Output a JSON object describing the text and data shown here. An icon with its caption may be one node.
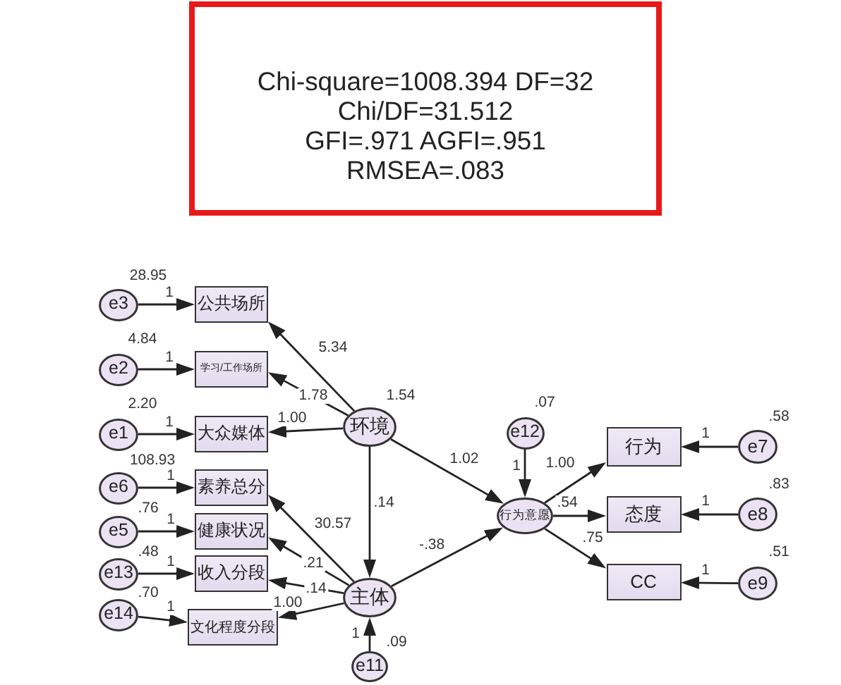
{
  "diagram": {
    "nodes": [
      {
        "text": [
          "Chi-square=1008.394 DF=32",
          "Chi/DF=31.512",
          "GFI=.971 AGFI=.951",
          "RMSEA=.083"
        ]
      },
      {
        "text": [
          "e3"
        ],
        "beside": [
          "28.95"
        ]
      },
      {
        "text": [
          "公共场所"
        ]
      },
      {
        "text": [
          "e2"
        ],
        "beside": [
          "4.84"
        ]
      },
      {
        "text": [
          "学习/工作场所"
        ]
      },
      {
        "text": [
          "e1"
        ],
        "beside": [
          "2.20"
        ]
      },
      {
        "text": [
          "大众媒体"
        ]
      },
      {
        "text": [
          "环境"
        ],
        "beside": [
          "1.54"
        ]
      },
      {
        "text": [
          "e6"
        ],
        "beside": [
          "108.93"
        ]
      },
      {
        "text": [
          "素养总分"
        ]
      },
      {
        "text": [
          "e5"
        ],
        "beside": [
          ".76"
        ]
      },
      {
        "text": [
          "健康状况"
        ]
      },
      {
        "text": [
          "e13"
        ],
        "beside": [
          ".48"
        ]
      },
      {
        "text": [
          "收入分段"
        ]
      },
      {
        "text": [
          "e14"
        ],
        "beside": [
          ".70"
        ]
      },
      {
        "text": [
          "文化程度分段"
        ]
      },
      {
        "text": [
          "主体"
        ]
      },
      {
        "text": [
          "e11"
        ],
        "beside": [
          ".09"
        ]
      },
      {
        "text": [
          "e12"
        ],
        "beside": [
          ".07"
        ]
      },
      {
        "text": [
          "行为意愿"
        ]
      },
      {
        "text": [
          "行为"
        ]
      },
      {
        "text": [
          "e7"
        ],
        "beside": [
          ".58"
        ]
      },
      {
        "text": [
          "态度"
        ]
      },
      {
        "text": [
          "e8"
        ],
        "beside": [
          ".83"
        ]
      },
      {
        "text": [
          "CC"
        ]
      },
      {
        "text": [
          "e9"
        ],
        "beside": [
          ".51"
        ]
      }
    ],
    "edges": [
      {
        "from": 1,
        "to": 2,
        "arrow": "to",
        "label": "1"
      },
      {
        "from": 3,
        "to": 4,
        "arrow": "to",
        "label": "1"
      },
      {
        "from": 5,
        "to": 6,
        "arrow": "to",
        "label": "1"
      },
      {
        "from": 7,
        "to": 2,
        "arrow": "to",
        "label": "5.34"
      },
      {
        "from": 7,
        "to": 4,
        "arrow": "to",
        "label": "1.78"
      },
      {
        "from": 7,
        "to": 6,
        "arrow": "to",
        "label": "1.00"
      },
      {
        "from": 8,
        "to": 9,
        "arrow": "to",
        "label": "1"
      },
      {
        "from": 10,
        "to": 11,
        "arrow": "to",
        "label": "1"
      },
      {
        "from": 12,
        "to": 13,
        "arrow": "to",
        "label": "1"
      },
      {
        "from": 14,
        "to": 15,
        "arrow": "to",
        "label": "1"
      },
      {
        "from": 16,
        "to": 9,
        "arrow": "to",
        "label": "30.57"
      },
      {
        "from": 16,
        "to": 11,
        "arrow": "to",
        "label": ".21"
      },
      {
        "from": 16,
        "to": 13,
        "arrow": "to",
        "label": ".14"
      },
      {
        "from": 16,
        "to": 15,
        "arrow": "to",
        "label": "1.00"
      },
      {
        "from": 7,
        "to": 16,
        "arrow": "to",
        "label": ".14"
      },
      {
        "from": 17,
        "to": 16,
        "arrow": "to",
        "label": "1"
      },
      {
        "from": 7,
        "to": 19,
        "arrow": "to",
        "label": "1.02"
      },
      {
        "from": 16,
        "to": 19,
        "arrow": "to",
        "label": "-.38"
      },
      {
        "from": 18,
        "to": 19,
        "arrow": "to",
        "label": "1"
      },
      {
        "from": 19,
        "to": 20,
        "arrow": "to",
        "label": "1.00"
      },
      {
        "from": 19,
        "to": 22,
        "arrow": "to",
        "label": ".54"
      },
      {
        "from": 19,
        "to": 24,
        "arrow": "to",
        "label": ".75"
      },
      {
        "from": 21,
        "to": 20,
        "arrow": "to",
        "label": "1"
      },
      {
        "from": 23,
        "to": 22,
        "arrow": "to",
        "label": "1"
      },
      {
        "from": 25,
        "to": 24,
        "arrow": "to",
        "label": "1"
      }
    ]
  }
}
